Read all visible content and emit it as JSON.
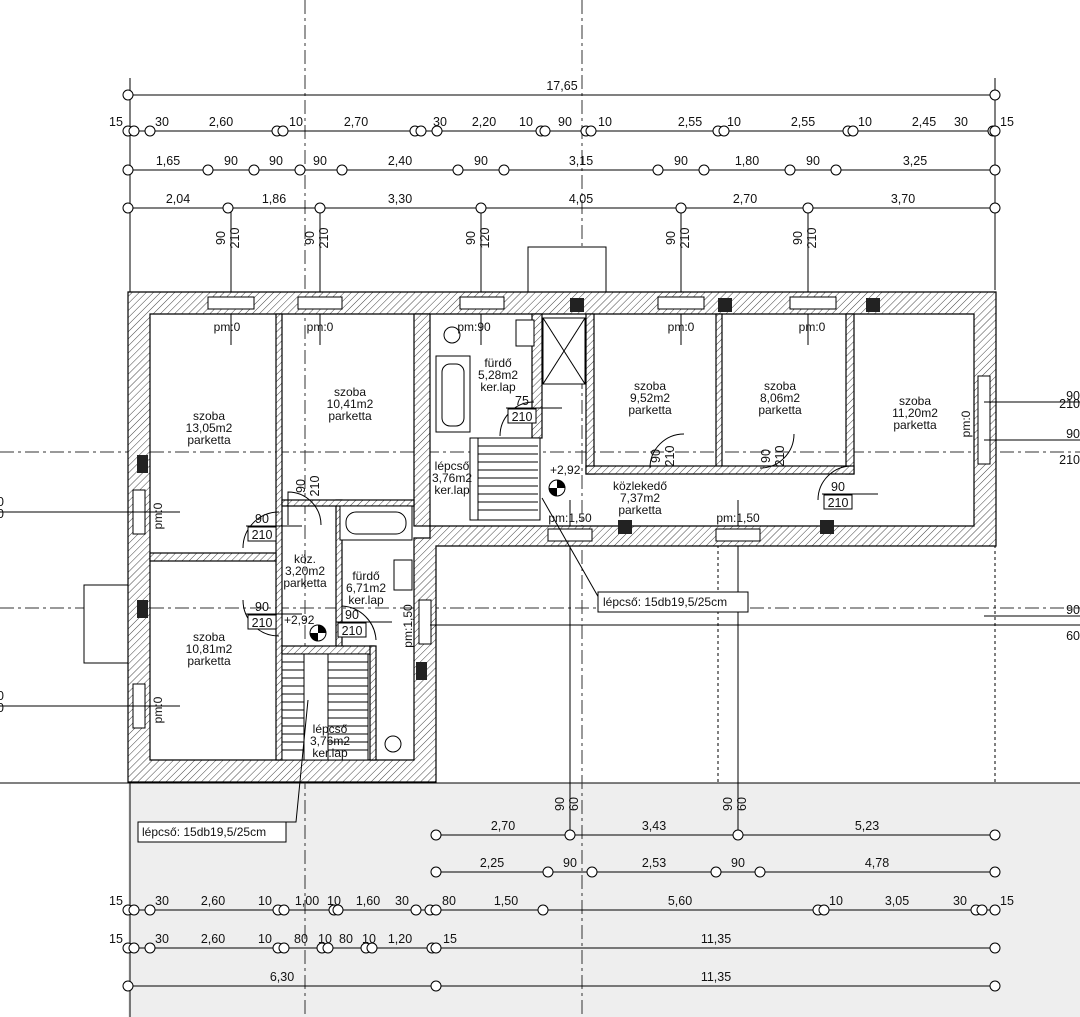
{
  "dimensions": {
    "top_total": "17,65",
    "top_row1": [
      "15",
      "30",
      "2,60",
      "10",
      "2,70",
      "30",
      "2,20",
      "10",
      "90",
      "10",
      "2,55",
      "10",
      "2,55",
      "10",
      "2,45",
      "30",
      "15"
    ],
    "top_row2": [
      "1,65",
      "90",
      "90",
      "90",
      "2,40",
      "90",
      "3,15",
      "90",
      "1,80",
      "90",
      "3,25"
    ],
    "top_row3": [
      "2,04",
      "1,86",
      "3,30",
      "4,05",
      "2,70",
      "3,70"
    ],
    "top_openings": [
      [
        "90",
        "210"
      ],
      [
        "90",
        "210"
      ],
      [
        "90",
        "120"
      ],
      [
        "90",
        "210"
      ],
      [
        "90",
        "210"
      ]
    ],
    "bottom_openings": [
      [
        "90",
        "60"
      ],
      [
        "90",
        "60"
      ]
    ],
    "bot_row1": [
      "2,70",
      "3,43",
      "5,23"
    ],
    "bot_row2": [
      "2,25",
      "90",
      "2,53",
      "90",
      "4,78"
    ],
    "bot_row3": [
      "15",
      "30",
      "2,60",
      "10",
      "1,00",
      "10",
      "1,60",
      "30",
      "80",
      "1,50",
      "5,60",
      "10",
      "3,05",
      "30",
      "15"
    ],
    "bot_row4": [
      "15",
      "30",
      "2,60",
      "10",
      "80",
      "10",
      "80",
      "10",
      "1,20",
      "15",
      "11,35"
    ],
    "bot_row5": [
      "6,30",
      "11,35"
    ],
    "right_edge": [
      [
        "90",
        "210"
      ],
      [
        "90",
        "210"
      ],
      [
        "90",
        "60"
      ]
    ],
    "left_edge": [
      "0",
      "0",
      "0",
      "0"
    ]
  },
  "rooms": [
    {
      "name": "szoba",
      "area": "13,05m2",
      "floor": "parketta"
    },
    {
      "name": "szoba",
      "area": "10,41m2",
      "floor": "parketta"
    },
    {
      "name": "fürdő",
      "area": "5,28m2",
      "floor": "ker.lap"
    },
    {
      "name": "szoba",
      "area": "9,52m2",
      "floor": "parketta"
    },
    {
      "name": "szoba",
      "area": "8,06m2",
      "floor": "parketta"
    },
    {
      "name": "szoba",
      "area": "11,20m2",
      "floor": "parketta"
    },
    {
      "name": "lépcső",
      "area": "3,76m2",
      "floor": "ker.lap"
    },
    {
      "name": "közlekedő",
      "area": "7,37m2",
      "floor": "parketta"
    },
    {
      "name": "köz.",
      "area": "3,20m2",
      "floor": "parketta"
    },
    {
      "name": "fürdő",
      "area": "6,71m2",
      "floor": "ker.lap"
    },
    {
      "name": "szoba",
      "area": "10,81m2",
      "floor": "parketta"
    },
    {
      "name": "lépcső",
      "area": "3,76m2",
      "floor": "ker.lap"
    }
  ],
  "parapets": [
    "pm:0",
    "pm:0",
    "pm:90",
    "pm:0",
    "pm:0",
    "pm:0",
    "pm:0",
    "pm:0",
    "pm:1,50",
    "pm:1,50",
    "pm:1,50"
  ],
  "doors": [
    [
      "75",
      "210"
    ],
    [
      "90",
      "210"
    ],
    [
      "90",
      "210"
    ],
    [
      "90",
      "210"
    ],
    [
      "90",
      "210"
    ],
    [
      "90",
      "210"
    ],
    [
      "90",
      "210"
    ],
    [
      "90",
      "210"
    ]
  ],
  "levels": [
    "+2,92",
    "+2,92"
  ],
  "stair_notes": [
    "lépcső: 15db19,5/25cm",
    "lépcső: 15db19,5/25cm"
  ]
}
